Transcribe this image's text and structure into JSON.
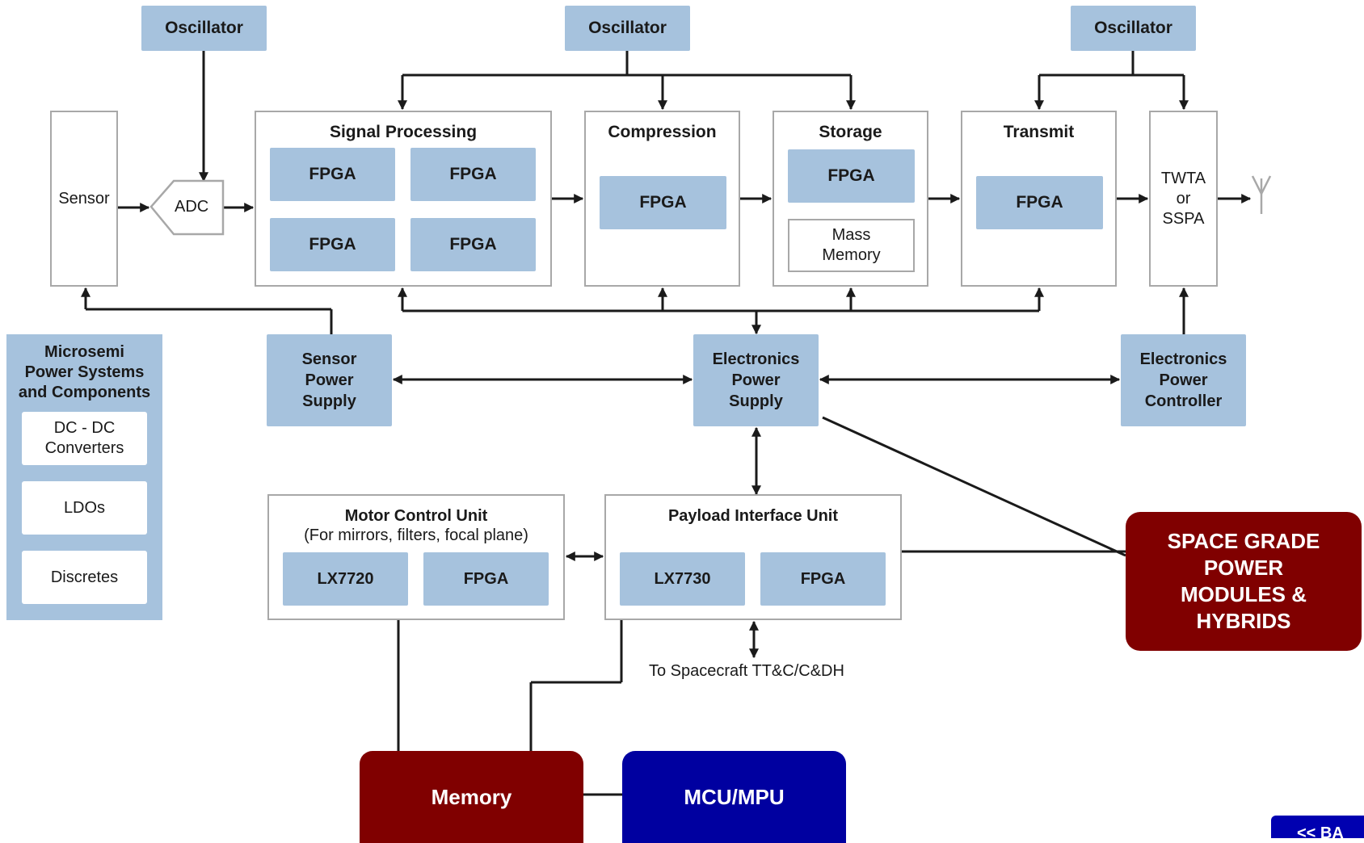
{
  "oscillators": [
    "Oscillator",
    "Oscillator",
    "Oscillator"
  ],
  "sensor": "Sensor",
  "adc": "ADC",
  "signal_processing": {
    "title": "Signal Processing",
    "chips": [
      "FPGA",
      "FPGA",
      "FPGA",
      "FPGA"
    ]
  },
  "compression": {
    "title": "Compression",
    "chip": "FPGA"
  },
  "storage": {
    "title": "Storage",
    "chip": "FPGA",
    "mass_memory": "Mass\nMemory"
  },
  "transmit": {
    "title": "Transmit",
    "chip": "FPGA"
  },
  "twta": "TWTA\nor\nSSPA",
  "antenna_icon": "antenna-icon",
  "microsemi": {
    "title": "Microsemi\nPower Systems\nand Components",
    "items": [
      "DC - DC\nConverters",
      "LDOs",
      "Discretes"
    ]
  },
  "sensor_power_supply": "Sensor\nPower\nSupply",
  "electronics_power_supply": "Electronics\nPower\nSupply",
  "electronics_power_controller": "Electronics\nPower\nController",
  "motor_control_unit": {
    "title": "Motor Control Unit",
    "subtitle": "(For mirrors, filters, focal plane)",
    "chips": [
      "LX7720",
      "FPGA"
    ]
  },
  "payload_interface_unit": {
    "title": "Payload Interface Unit",
    "chips": [
      "LX7730",
      "FPGA"
    ]
  },
  "spacecraft_label": "To Spacecraft TT&C/C&DH",
  "space_grade": "SPACE GRADE\nPOWER\nMODULES &\nHYBRIDS",
  "memory": "Memory",
  "mcu": "MCU/MPU",
  "back_button": "<< BA",
  "colors": {
    "blue_block": "#a6c2dd",
    "maroon": "#800000",
    "navy": "#0000a0",
    "outline": "#a8a8a8"
  }
}
